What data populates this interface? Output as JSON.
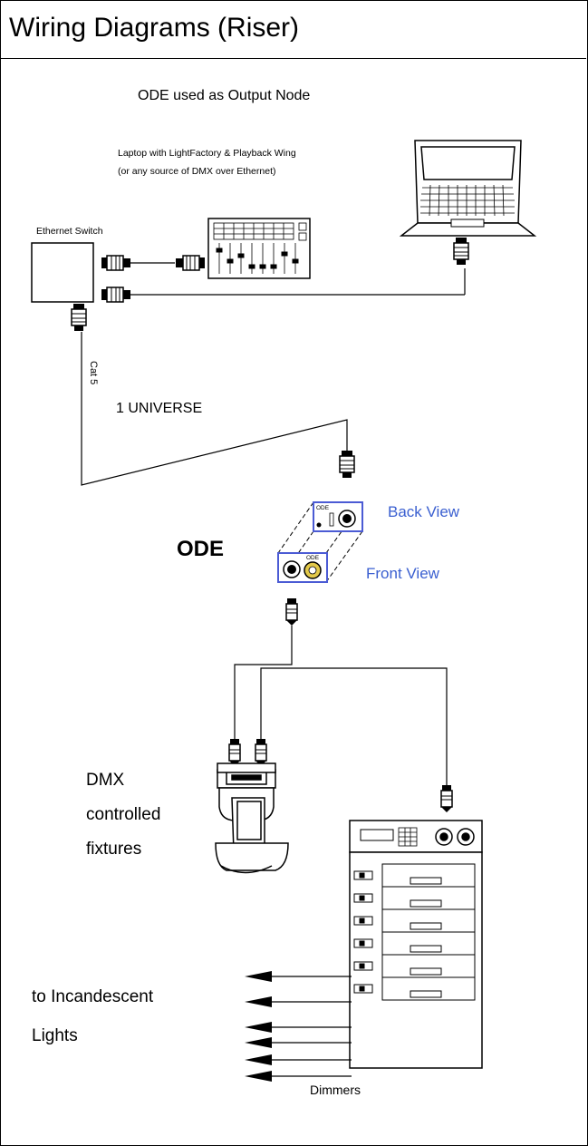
{
  "title": "Wiring Diagrams (Riser)",
  "subtitle": "ODE used as Output Node",
  "laptop": {
    "line1": "Laptop with LightFactory & Playback Wing",
    "line2": "(or any source of DMX over Ethernet)"
  },
  "switch_label": "Ethernet Switch",
  "cable_label": "Cat 5",
  "universe_label": "1 UNIVERSE",
  "ode_label": "ODE",
  "ode_panel_text": "ODE",
  "back_view": "Back View",
  "front_view": "Front View",
  "fixtures": {
    "line1": "DMX",
    "line2": "controlled",
    "line3": "fixtures"
  },
  "incandescent": {
    "line1": "to Incandescent",
    "line2": "Lights"
  },
  "dimmers_label": "Dimmers",
  "colors": {
    "view_label": "#3a5fd0",
    "ode_panel": "#4b5bd4",
    "xlr_pin": "#e3c94a",
    "line": "#000000"
  }
}
